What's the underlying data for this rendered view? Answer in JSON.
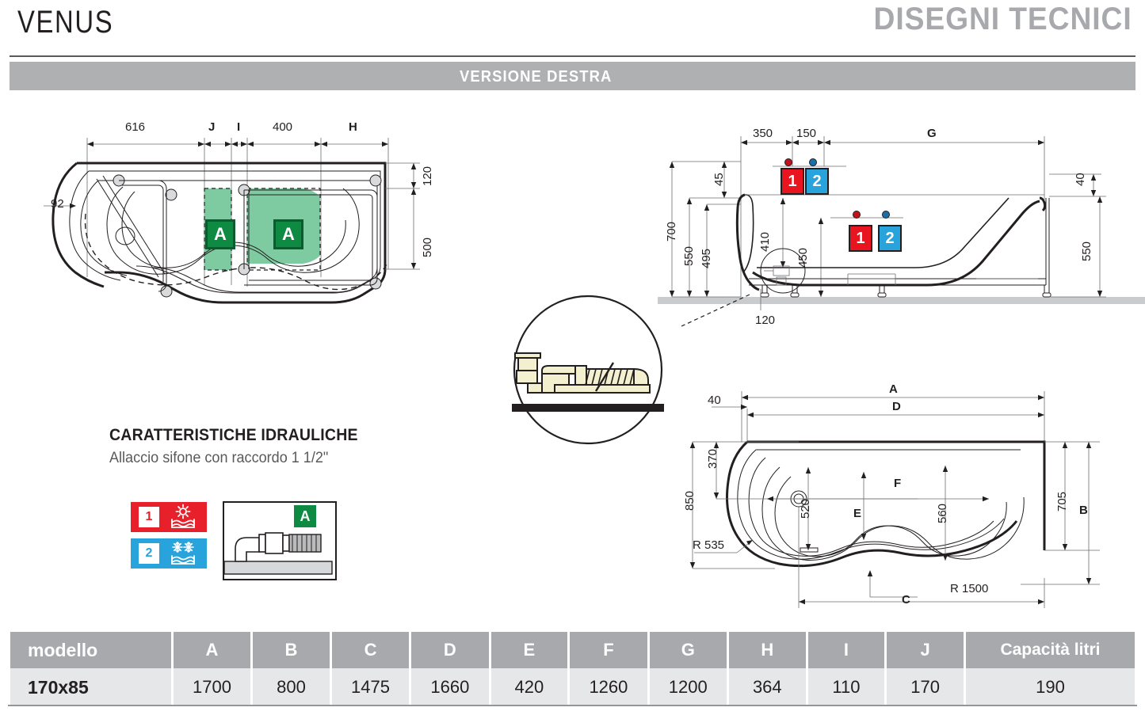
{
  "header": {
    "model_name": "VENUS",
    "doc_title": "DISEGNI TECNICI",
    "version_bar": "VERSIONE DESTRA"
  },
  "plan_top_left": {
    "name": "vista-pianta-getti",
    "dims": {
      "d616": "616",
      "dJ": "J",
      "dI": "I",
      "d400": "400",
      "dH": "H",
      "d120": "120",
      "d500": "500",
      "d92": "92"
    },
    "jet_badges": [
      "A",
      "A"
    ]
  },
  "elevation_top_right": {
    "name": "vista-laterale",
    "dims": {
      "d350": "350",
      "d150": "150",
      "dG": "G",
      "d45": "45",
      "d700": "700",
      "d550_left": "550",
      "d495": "495",
      "d410": "410",
      "d450": "450",
      "d120": "120",
      "d40": "40",
      "d550_right": "550"
    },
    "connectors_top": [
      {
        "num": "1",
        "color": "#e8141f",
        "type": "hot"
      },
      {
        "num": "2",
        "color": "#29a3dc",
        "type": "cold"
      }
    ],
    "connectors_mid": [
      {
        "num": "1",
        "color": "#e8141f",
        "type": "hot"
      },
      {
        "num": "2",
        "color": "#29a3dc",
        "type": "cold"
      }
    ]
  },
  "plan_bottom_right": {
    "name": "vista-pianta-quote",
    "dims": {
      "dA": "A",
      "dD": "D",
      "d40": "40",
      "d370": "370",
      "d850": "850",
      "d520": "520",
      "dE": "E",
      "dF": "F",
      "d560": "560",
      "d705": "705",
      "dB": "B",
      "dC": "C",
      "r535": "R 535",
      "r1500": "R 1500"
    }
  },
  "hydraulics": {
    "title": "CARATTERISTICHE IDRAULICHE",
    "subtitle": "Allaccio sifone con raccordo 1 1/2\"",
    "legend": [
      {
        "num": "1",
        "label_color": "#e8202b",
        "icon": "sun-water-icon",
        "meaning": "acqua calda"
      },
      {
        "num": "2",
        "label_color": "#29a3dc",
        "icon": "snowflake-water-icon",
        "meaning": "acqua fredda"
      }
    ],
    "connection_badge": "A"
  },
  "table": {
    "headers": [
      "modello",
      "A",
      "B",
      "C",
      "D",
      "E",
      "F",
      "G",
      "H",
      "I",
      "J",
      "Capacità litri"
    ],
    "rows": [
      [
        "170x85",
        "1700",
        "800",
        "1475",
        "1660",
        "420",
        "1260",
        "1200",
        "364",
        "110",
        "170",
        "190"
      ]
    ]
  },
  "colors": {
    "header_gray": "#a7a9ac",
    "bar_gray": "#aeb0b2",
    "green_fill": "#7ecba2",
    "green_badge": "#0e8a43",
    "hot_red": "#e8141f",
    "cold_blue": "#29a3dc",
    "table_head": "#a7a9ac",
    "table_cell": "#e6e7e8",
    "line": "#231f20"
  }
}
